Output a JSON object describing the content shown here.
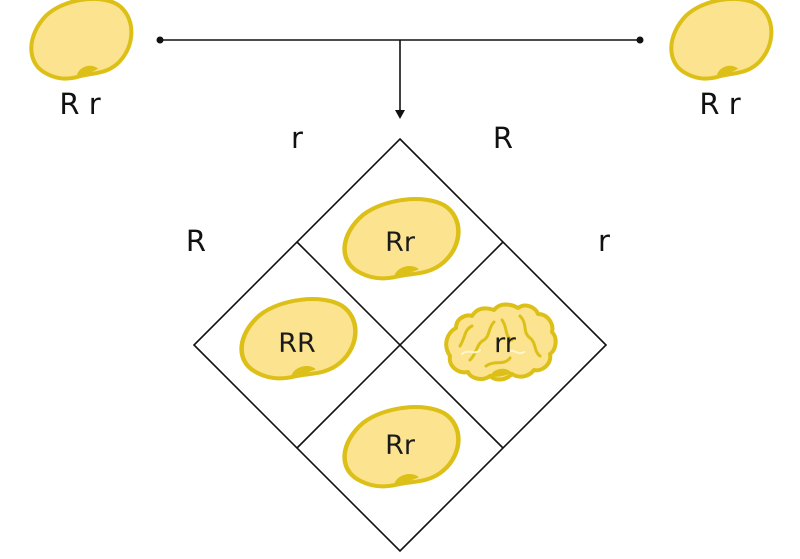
{
  "parents": {
    "left": {
      "genotype": "R r",
      "phenotype": "round"
    },
    "right": {
      "genotype": "R r",
      "phenotype": "round"
    }
  },
  "grid": {
    "top_left_allele": "r",
    "top_right_allele": "R",
    "left_allele": "R",
    "right_allele": "r",
    "cells": {
      "top": {
        "genotype": "Rr",
        "phenotype": "round"
      },
      "left": {
        "genotype": "RR",
        "phenotype": "round"
      },
      "right": {
        "genotype": "rr",
        "phenotype": "wrinkled"
      },
      "bottom": {
        "genotype": "Rr",
        "phenotype": "round"
      }
    }
  },
  "colors": {
    "pea_fill": "#fbe38f",
    "pea_outline": "#dcc018",
    "line": "#111111"
  }
}
